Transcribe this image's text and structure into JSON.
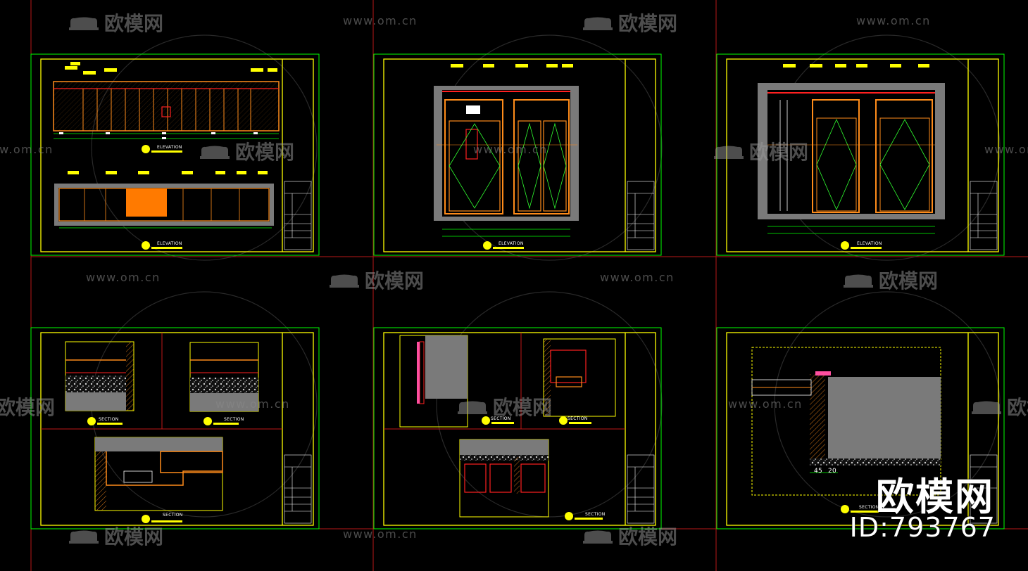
{
  "drawing": {
    "sheet_labels": {
      "elevation": "ELEVATION",
      "section": "SECTION"
    },
    "dimensions": {
      "d45": "45",
      "d20": "20"
    }
  },
  "watermark": {
    "site": "www.om.cn",
    "logo": "欧模网"
  },
  "brand": {
    "name": "欧模网",
    "id": "ID:793767"
  },
  "colors": {
    "background": "#000000",
    "sheet_border": "#00ff00",
    "frame": "#ffff00",
    "line_red": "#ff2020",
    "line_orange": "#ff8c1a",
    "line_green": "#30ff30",
    "fill_gray": "#7a7a7a",
    "fill_orange": "#ff7a00",
    "grid_red": "#c01818"
  }
}
